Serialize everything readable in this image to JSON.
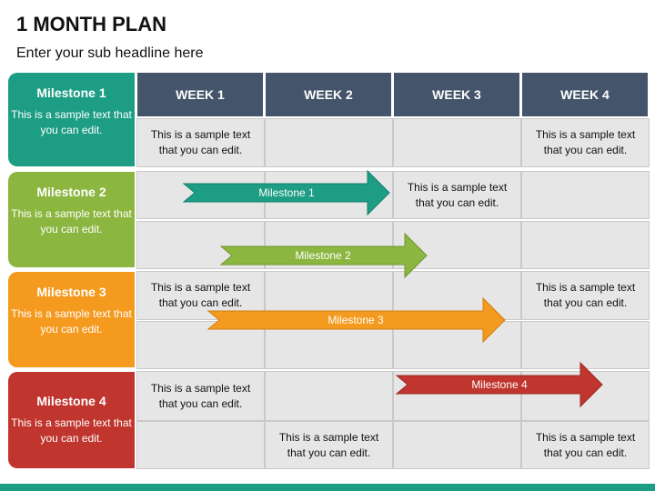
{
  "title": "1 MONTH PLAN",
  "subtitle": "Enter your sub headline here",
  "weeks": [
    "WEEK 1",
    "WEEK 2",
    "WEEK 3",
    "WEEK 4"
  ],
  "milestones": [
    {
      "label": "Milestone 1",
      "desc": "This is a sample text that you can edit.",
      "color": "#1c9d84"
    },
    {
      "label": "Milestone 2",
      "desc": "This is a sample text that you can edit.",
      "color": "#8bb63f"
    },
    {
      "label": "Milestone 3",
      "desc": "This is a sample text that you can edit.",
      "color": "#f49a1f"
    },
    {
      "label": "Milestone 4",
      "desc": "This is a sample text that you can edit.",
      "color": "#c0352e"
    }
  ],
  "cells": [
    [
      "This is a sample text that you can edit.",
      "",
      "",
      "This is a sample text that you can edit."
    ],
    [
      "",
      "",
      "This is a sample text that you can edit.",
      ""
    ],
    [
      "",
      "",
      "",
      ""
    ],
    [
      "This is a sample text that you can edit.",
      "",
      "",
      "This is a sample text that you can edit."
    ],
    [
      "",
      "",
      "",
      ""
    ],
    [
      "This is a sample text that you can edit.",
      "",
      "",
      ""
    ],
    [
      "",
      "This is a sample text that you can edit.",
      "",
      "This is a sample text that you can edit."
    ]
  ],
  "arrows": [
    {
      "label": "Milestone 1",
      "color": "#1c9d84"
    },
    {
      "label": "Milestone 2",
      "color": "#8bb63f"
    },
    {
      "label": "Milestone 3",
      "color": "#f49a1f"
    },
    {
      "label": "Milestone 4",
      "color": "#c0352e"
    }
  ],
  "colors": {
    "header": "#44546a",
    "cell": "#e7e6e6",
    "bottom_bar": "#1c9d84"
  }
}
